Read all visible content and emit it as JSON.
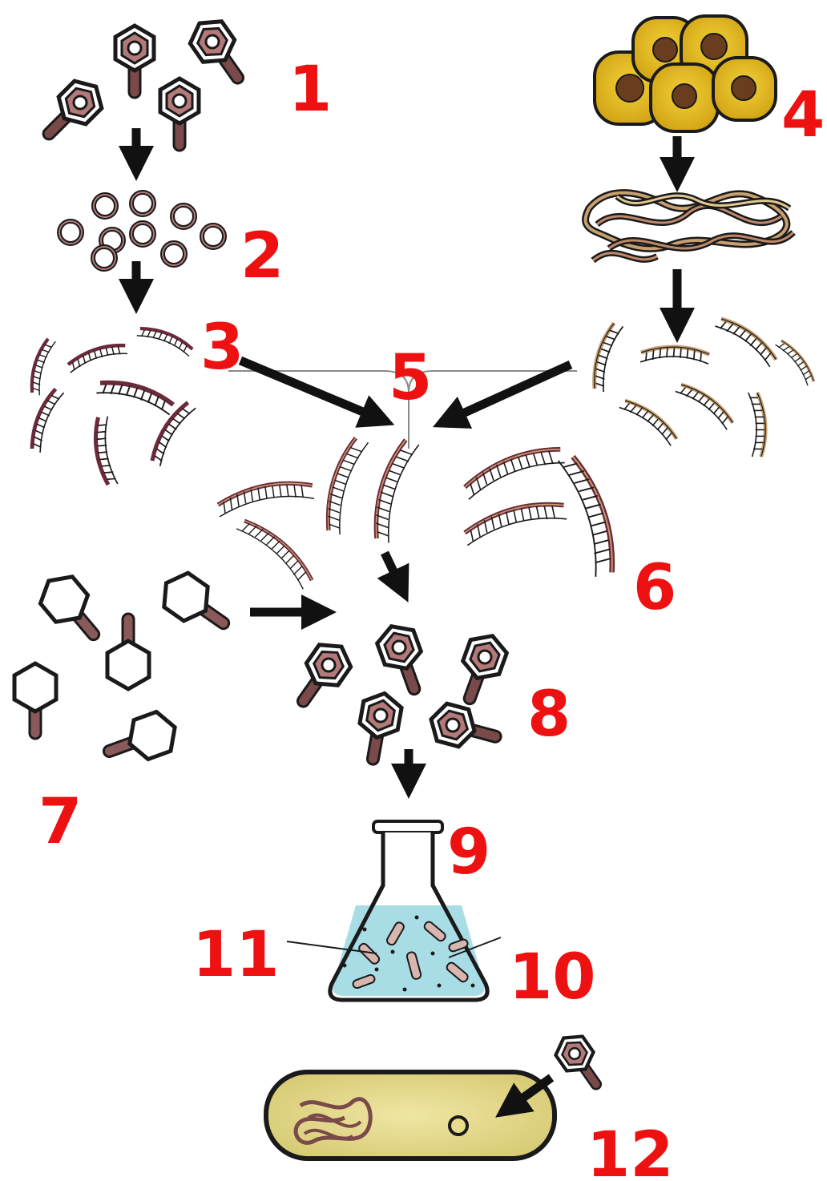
{
  "labels": {
    "l1": "1",
    "l2": "2",
    "l3": "3",
    "l4": "4",
    "l5": "5",
    "l6": "6",
    "l7": "7",
    "l8": "8",
    "l9": "9",
    "l10": "10",
    "l11": "11",
    "l12": "12"
  },
  "colors": {
    "label": "#ee1111",
    "outline": "#1a1a1a",
    "plasmid_stem": "#7a4a4a",
    "cell_fill": "#e3c12a",
    "cell_nucleus": "#6a3d1f",
    "dna_strand_a": "#6a2a3a",
    "dna_strand_b": "#c8a070",
    "flask_liquid": "#a9dde6",
    "bacterium_fill": "#e8dc8c"
  }
}
